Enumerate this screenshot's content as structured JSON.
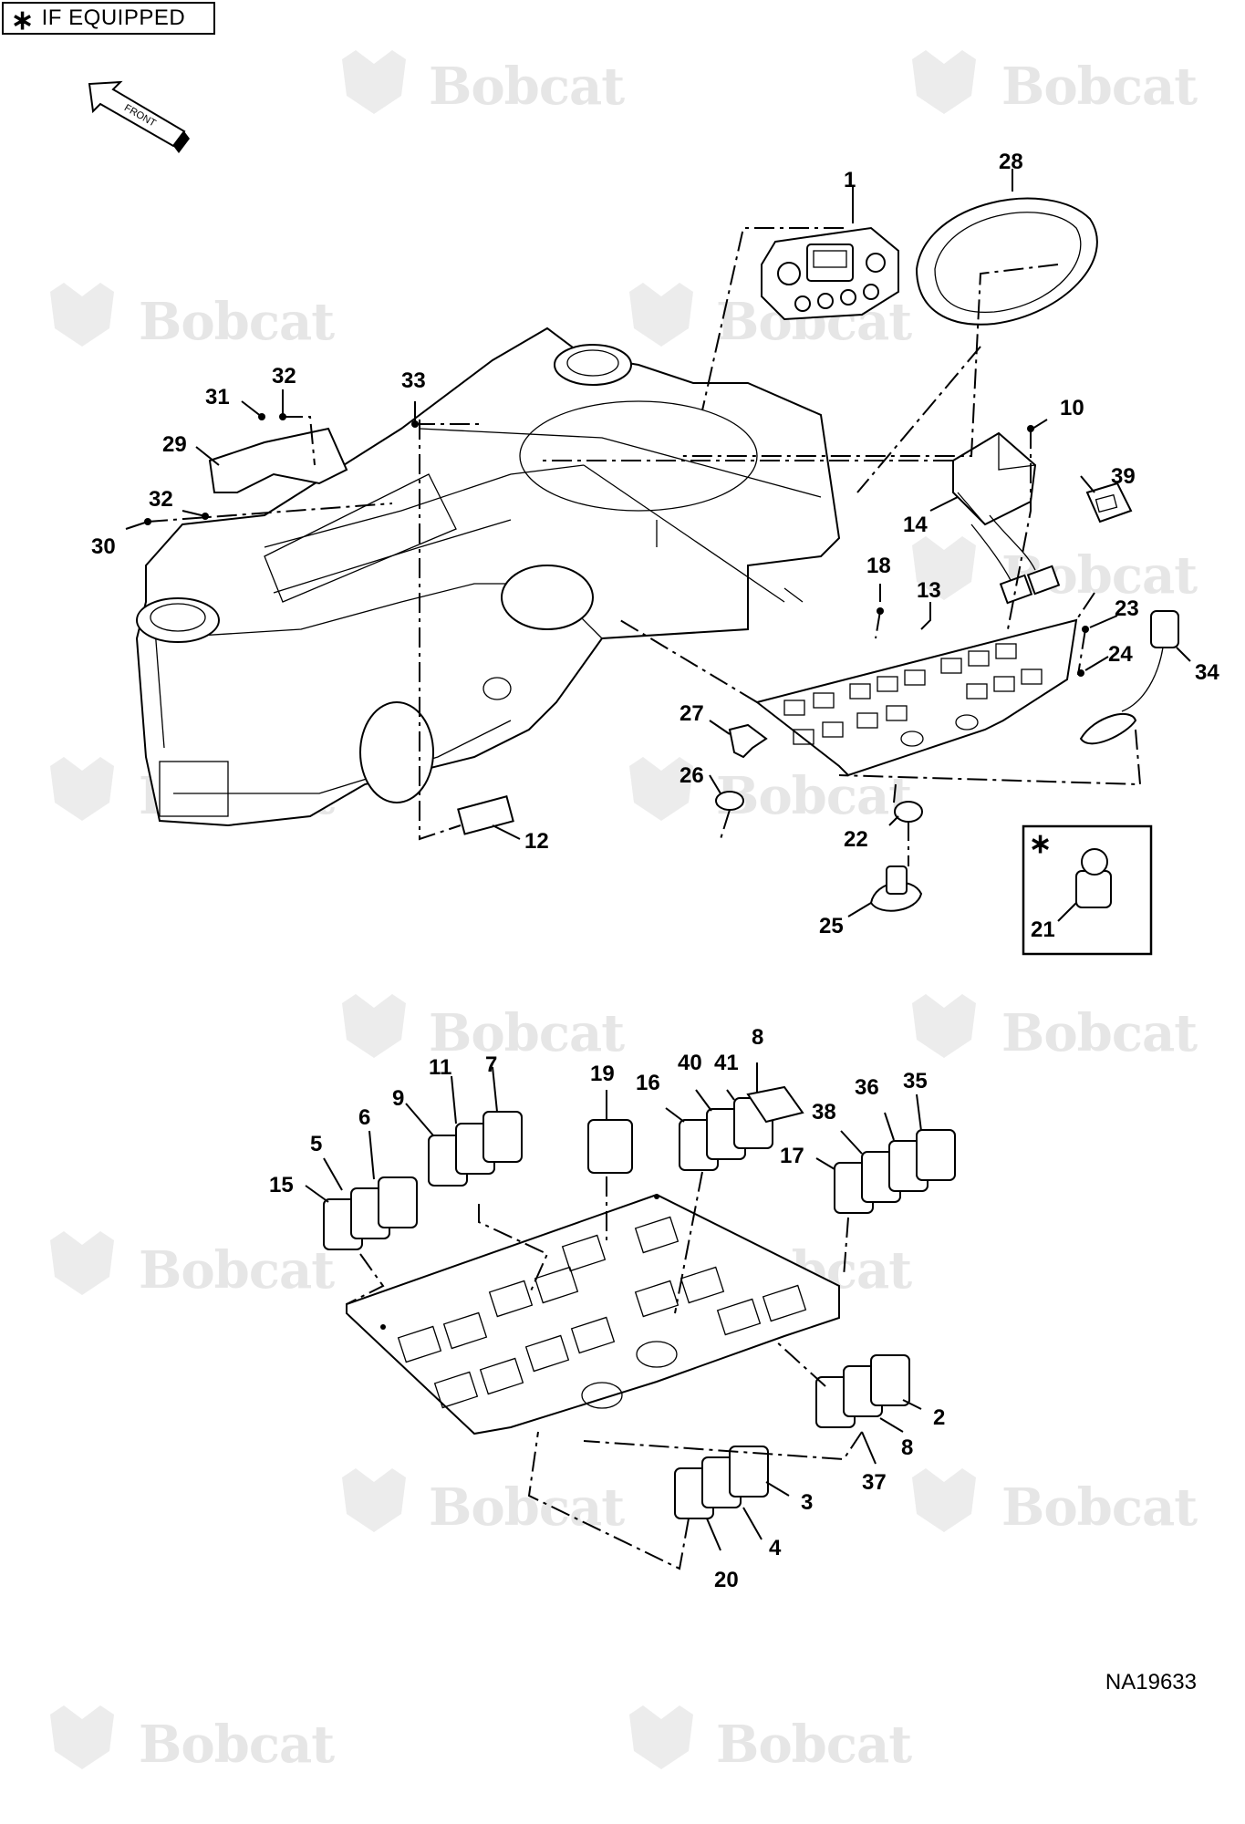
{
  "legend": {
    "star": "∗",
    "text": "IF EQUIPPED"
  },
  "drawing_id": "NA19633",
  "front_arrow_label": "FRONT",
  "watermark_text": "Bobcat",
  "callout_labels": {
    "c1": "1",
    "c28": "28",
    "c10": "10",
    "c39": "39",
    "c14": "14",
    "c31": "31",
    "c32a": "32",
    "c33": "33",
    "c29": "29",
    "c32b": "32",
    "c30": "30",
    "c18": "18",
    "c13": "13",
    "c23": "23",
    "c24": "24",
    "c34": "34",
    "c27": "27",
    "c26": "26",
    "c22": "22",
    "c25": "25",
    "c12": "12",
    "c21": "21",
    "c21star": "∗",
    "c8a": "8",
    "c40": "40",
    "c41": "41",
    "c19": "19",
    "c16": "16",
    "c11": "11",
    "c7": "7",
    "c9": "9",
    "c6": "6",
    "c5": "5",
    "c15": "15",
    "c36": "36",
    "c35": "35",
    "c38": "38",
    "c17": "17",
    "c2": "2",
    "c8b": "8",
    "c37": "37",
    "c3": "3",
    "c4": "4",
    "c20": "20"
  }
}
